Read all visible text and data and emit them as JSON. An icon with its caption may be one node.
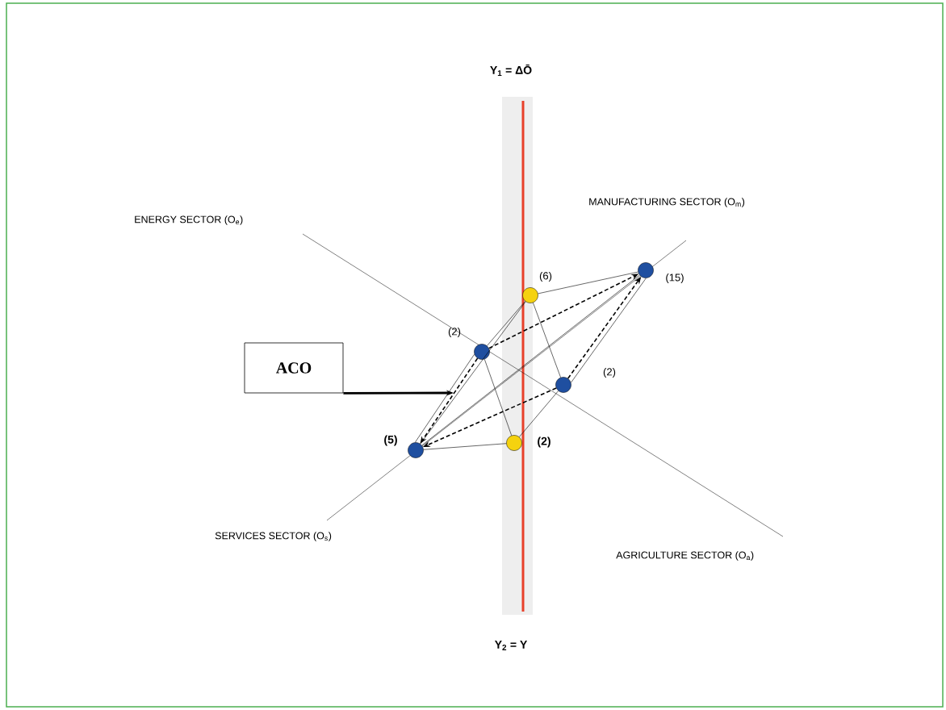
{
  "diagram": {
    "nodes": [
      {
        "text": [],
        "shape": "circle",
        "beside": [
          "(15)"
        ]
      },
      {
        "text": [],
        "shape": "circle",
        "beside": [
          "(6)"
        ]
      },
      {
        "text": [],
        "shape": "circle",
        "beside": [
          "(2)"
        ]
      },
      {
        "text": [
          "ACO"
        ]
      },
      {
        "text": [],
        "shape": "circle",
        "beside": [
          "(2)"
        ]
      },
      {
        "text": [],
        "shape": "circle",
        "beside": [
          "(5)"
        ]
      },
      {
        "text": [],
        "shape": "circle",
        "beside": [
          "(2)"
        ]
      }
    ],
    "edges": [
      {
        "from": 1,
        "to": 0,
        "arrow": "none"
      },
      {
        "from": 2,
        "to": 1,
        "arrow": "none"
      },
      {
        "from": 5,
        "to": 1,
        "arrow": "none"
      },
      {
        "from": 1,
        "to": 4,
        "arrow": "none"
      },
      {
        "from": 2,
        "to": 6,
        "arrow": "none"
      },
      {
        "from": 5,
        "to": 6,
        "arrow": "none"
      },
      {
        "from": 6,
        "to": 4,
        "arrow": "none"
      },
      {
        "from": 5,
        "to": 0,
        "arrow": "none"
      },
      {
        "from": 4,
        "to": 0,
        "arrow": "none"
      },
      {
        "from": 5,
        "to": 2,
        "arrow": "none"
      },
      {
        "from": 2,
        "to": 0,
        "arrow": "to",
        "style": "dashed"
      },
      {
        "from": 4,
        "to": 0,
        "arrow": "to",
        "style": "dashed"
      },
      {
        "from": 2,
        "to": 5,
        "arrow": "to",
        "style": "dashed"
      },
      {
        "from": 4,
        "to": 5,
        "arrow": "to",
        "style": "dashed"
      },
      {
        "from": 3,
        "to": null,
        "arrow": "to",
        "style": "thick"
      }
    ],
    "labels": [
      "Y$_{1}$ = ΔŌ",
      "MANUFACTURING SECTOR (O$_{m}$)",
      "ENERGY SECTOR (O$_{e}$)",
      "SERVICES SECTOR (O$_{s}$)",
      "AGRICULTURE SECTOR (O$_{a}$)",
      "Y$_{2}$ = Y"
    ]
  }
}
